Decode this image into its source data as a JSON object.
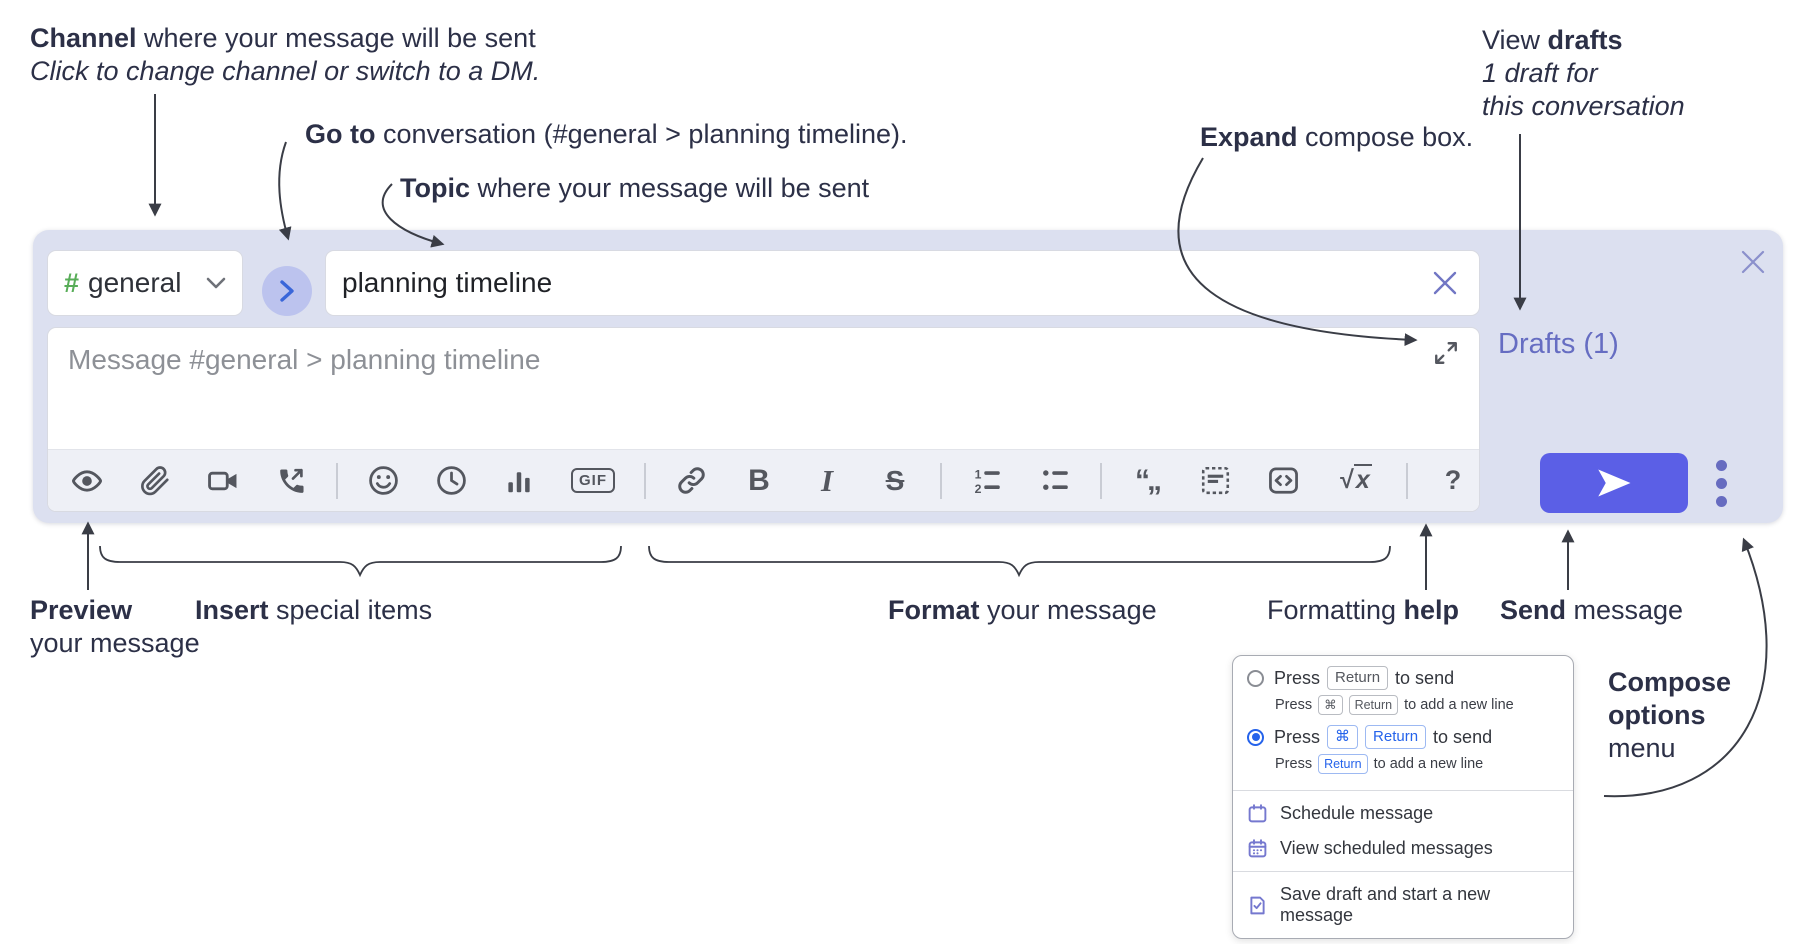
{
  "annotations": {
    "channel": {
      "bold": "Channel",
      "rest": " where your message will be sent",
      "line2": "Click to change channel or switch to a DM."
    },
    "goto": {
      "bold": "Go to",
      "rest": " conversation (#general > planning timeline)."
    },
    "topic": {
      "bold": "Topic",
      "rest": " where your message will be sent"
    },
    "expand": {
      "bold": "Expand",
      "rest": " compose box."
    },
    "drafts": {
      "pre": "View ",
      "bold": "drafts",
      "line2": "1 draft for",
      "line3": "this conversation"
    },
    "preview": {
      "bold": "Preview",
      "line2": "your message"
    },
    "insert": {
      "bold": "Insert",
      "rest": " special items"
    },
    "format": {
      "bold": "Format",
      "rest": " your message"
    },
    "formatting_help": {
      "pre": "Formatting ",
      "bold": "help"
    },
    "send": {
      "bold": "Send",
      "rest": " message"
    },
    "compose_options": {
      "line1": "Compose",
      "line2": "options",
      "line3": "menu"
    }
  },
  "compose": {
    "channel": {
      "hash": "#",
      "name": "general"
    },
    "topic_value": "planning timeline",
    "message_placeholder": "Message #general > planning timeline",
    "drafts_link": "Drafts (1)",
    "toolbar": {
      "gif": "GIF",
      "bold": "B",
      "italic": "I",
      "strike": "S",
      "quote_open": "“",
      "quote_close": "„",
      "sqrt": "√",
      "sqrt_var": "x",
      "help": "?"
    },
    "toolbar_icons": [
      "preview-eye",
      "attach-paperclip",
      "video-call",
      "voice-call",
      "emoji",
      "global-time",
      "poll",
      "gif",
      "link",
      "bold",
      "italic",
      "strikethrough",
      "numbered-list",
      "bulleted-list",
      "quote",
      "spoiler",
      "code",
      "math",
      "help"
    ]
  },
  "menu": {
    "radio1": {
      "pre": "Press",
      "key": "Return",
      "post": "to send",
      "sub_pre": "Press",
      "sub_key1": "⌘",
      "sub_key2": "Return",
      "sub_post": "to add a new line"
    },
    "radio2": {
      "pre": "Press",
      "key1": "⌘",
      "key2": "Return",
      "post": "to send",
      "sub_pre": "Press",
      "sub_key": "Return",
      "sub_post": "to add a new line"
    },
    "items": {
      "schedule": "Schedule message",
      "view_scheduled": "View scheduled messages",
      "save_draft": "Save draft and start a new message"
    }
  },
  "colors": {
    "compose_bg": "#dce0f0",
    "send_button": "#5b5fe6",
    "drafts_link": "#666dc2",
    "channel_hash": "#58ad58",
    "key_blue": "#2563eb",
    "icon_gray": "#54575f",
    "annotation_ink": "#2c3047",
    "menu_icon_purple": "#7578cf"
  }
}
